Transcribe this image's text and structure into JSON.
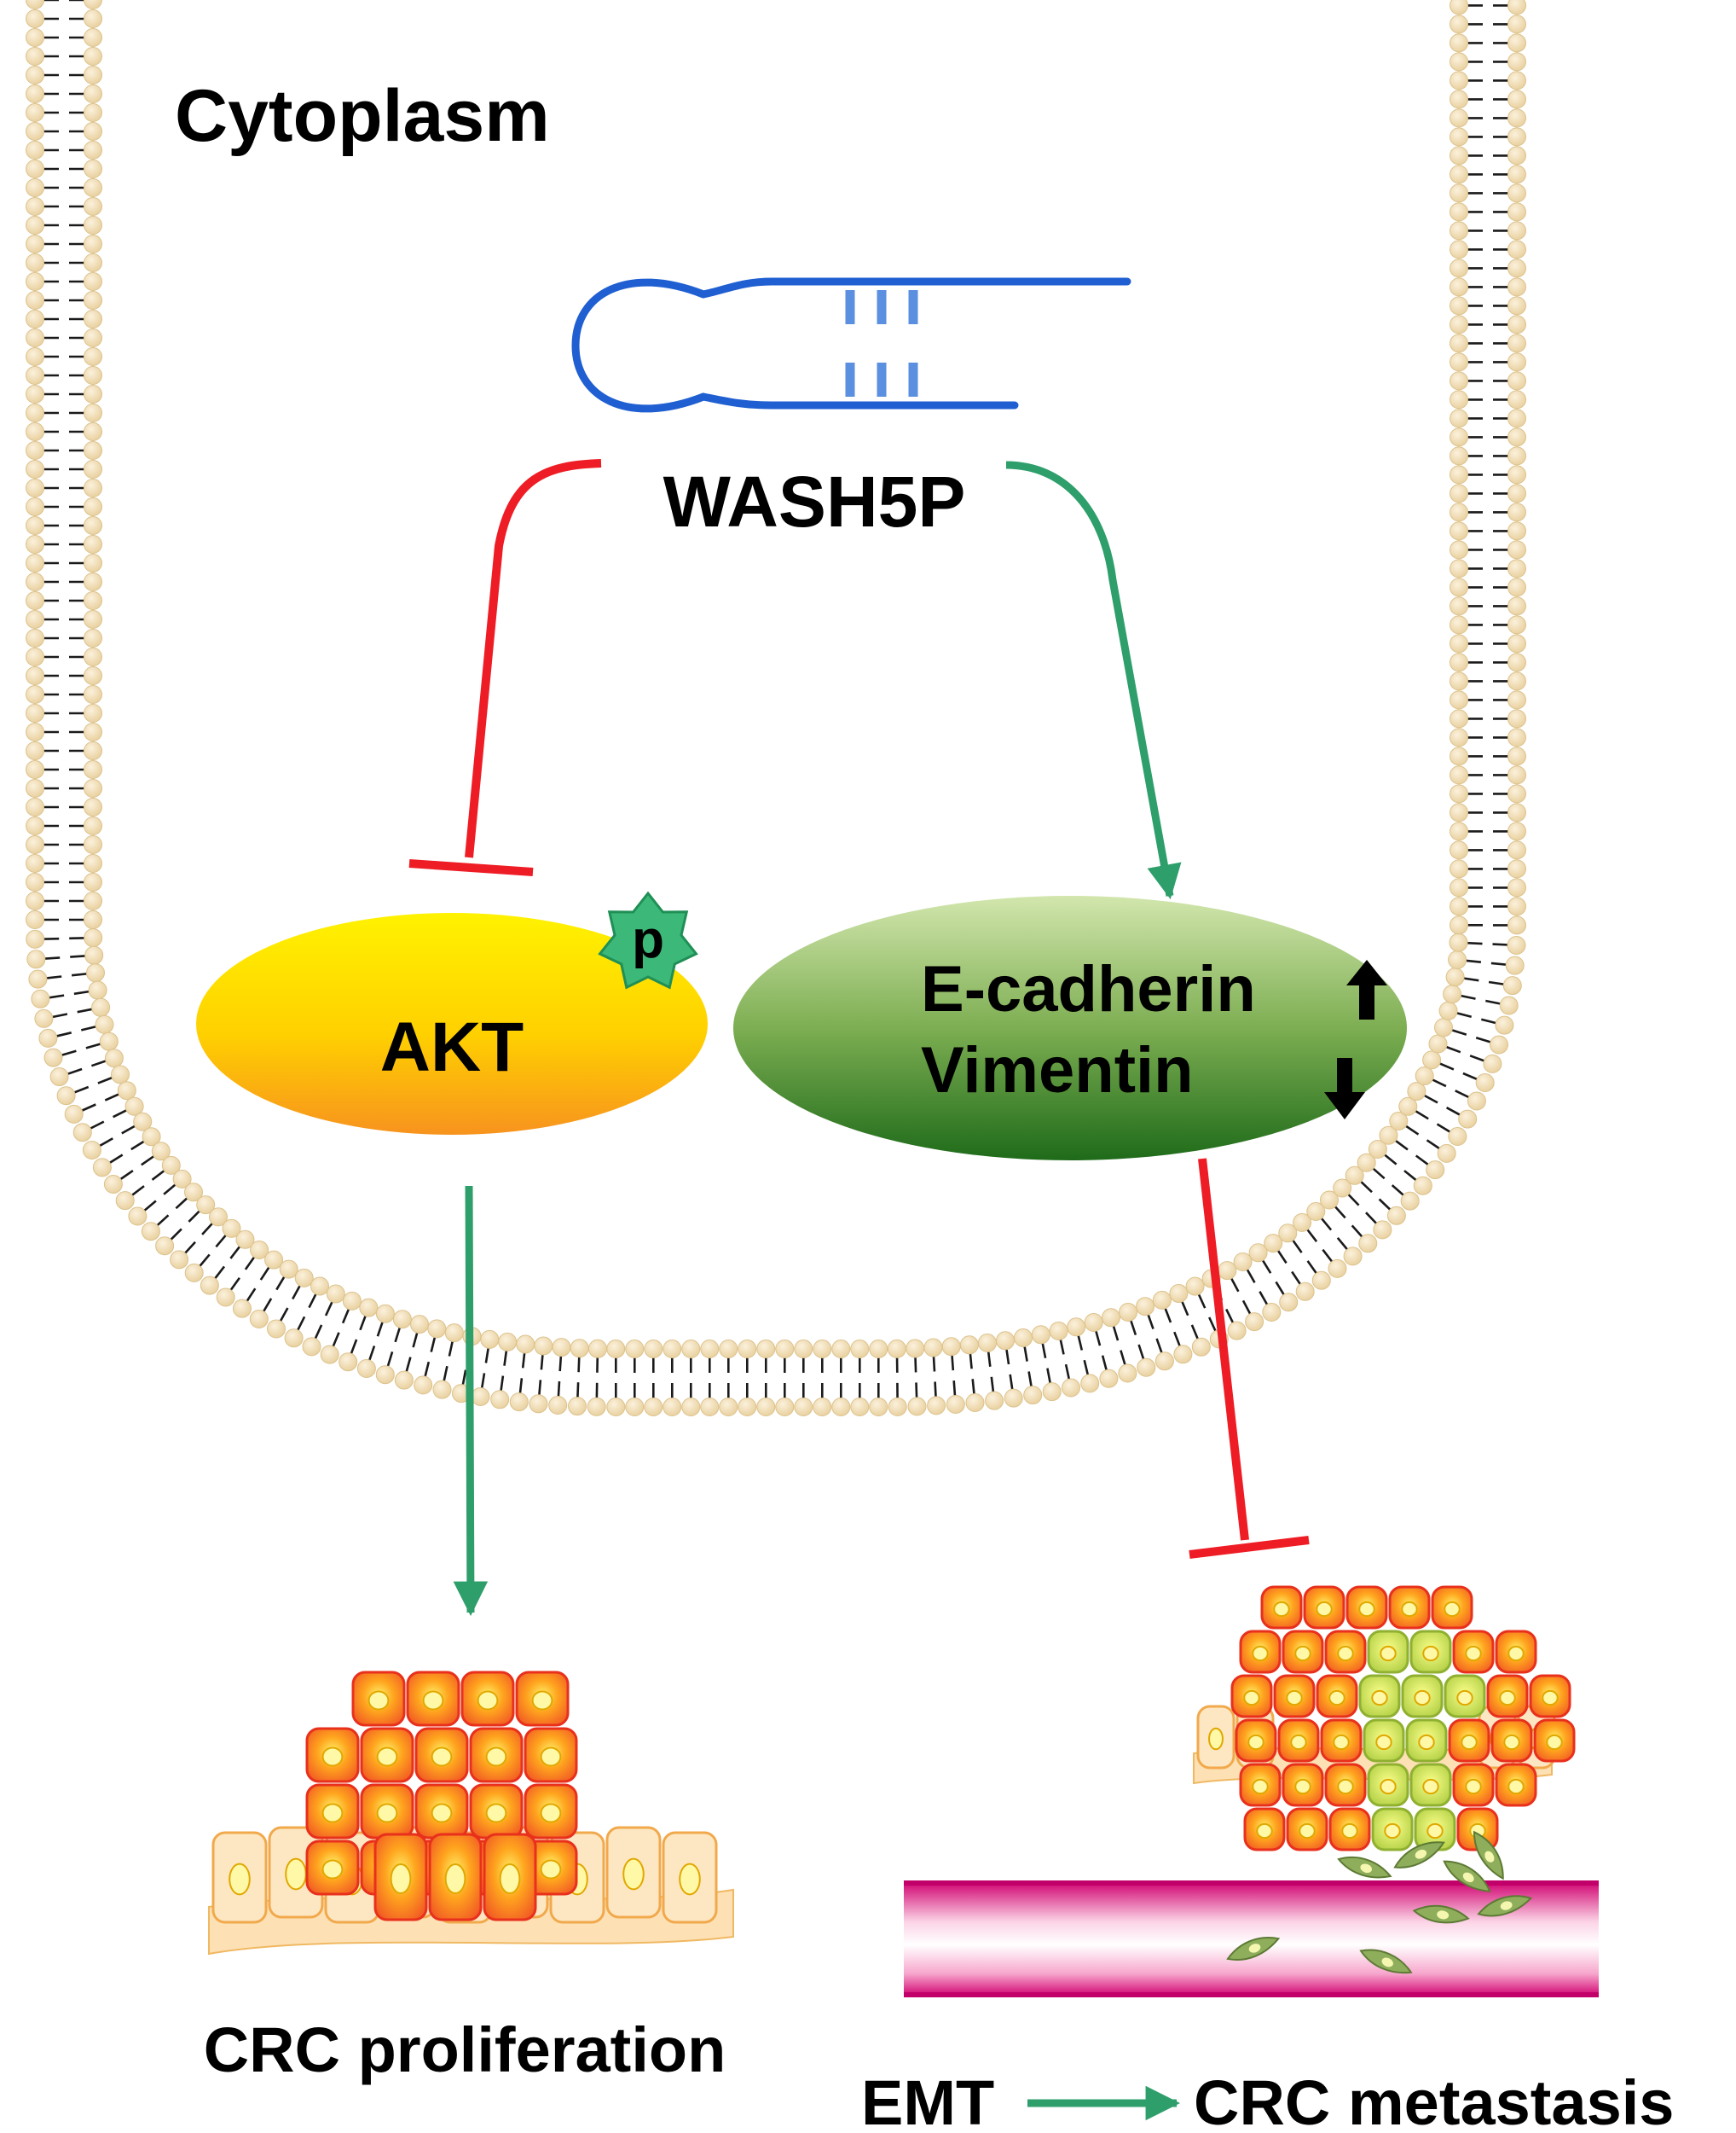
{
  "labels": {
    "compartment": "Cytoplasm",
    "lncrna": "WASH5P",
    "akt": "AKT",
    "phospho": "p",
    "ecad": "E-cadherin",
    "vim": "Vimentin",
    "proliferation": "CRC proliferation",
    "emt": "EMT",
    "metastasis": "CRC metastasis"
  },
  "relations": [
    {
      "from": "WASH5P",
      "to": "AKT",
      "type": "inhibition"
    },
    {
      "from": "WASH5P",
      "to": "E-cadherin / Vimentin",
      "type": "activation"
    },
    {
      "from": "AKT",
      "to": "CRC proliferation",
      "type": "activation"
    },
    {
      "from": "E-cadherin / Vimentin",
      "to": "CRC metastasis",
      "type": "inhibition"
    },
    {
      "from": "EMT",
      "to": "CRC metastasis",
      "type": "activation"
    }
  ],
  "regulation": {
    "ecad": "up",
    "vim": "down"
  },
  "colors": {
    "activation": "#2e9e6b",
    "inhibition": "#ee1c24",
    "rna": "#1f5fd1",
    "rna_pairs": "#5b8fe0",
    "akt_top": "#fff200",
    "akt_bottom": "#f7931e",
    "emt_marker_top": "#c5dc9e",
    "emt_marker_bottom": "#1f6b1a",
    "phospho": "#3cb878",
    "membrane_head": "#f2dcae",
    "tumor_cell": "#f26a22",
    "normal_cell": "#fde3b8",
    "vessel": "#e2107f"
  }
}
